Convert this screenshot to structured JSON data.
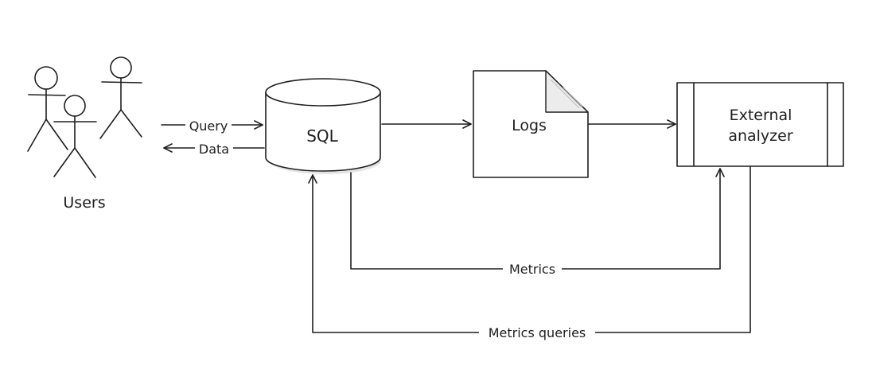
{
  "nodes": {
    "users": "Users",
    "sql": "SQL",
    "logs": "Logs",
    "analyzer_line1": "External",
    "analyzer_line2": "analyzer"
  },
  "edges": {
    "query": "Query",
    "data": "Data",
    "metrics": "Metrics",
    "metrics_queries": "Metrics queries"
  },
  "icons": [
    "stick-figure-icon",
    "database-cylinder-icon",
    "document-icon",
    "process-box-icon"
  ]
}
